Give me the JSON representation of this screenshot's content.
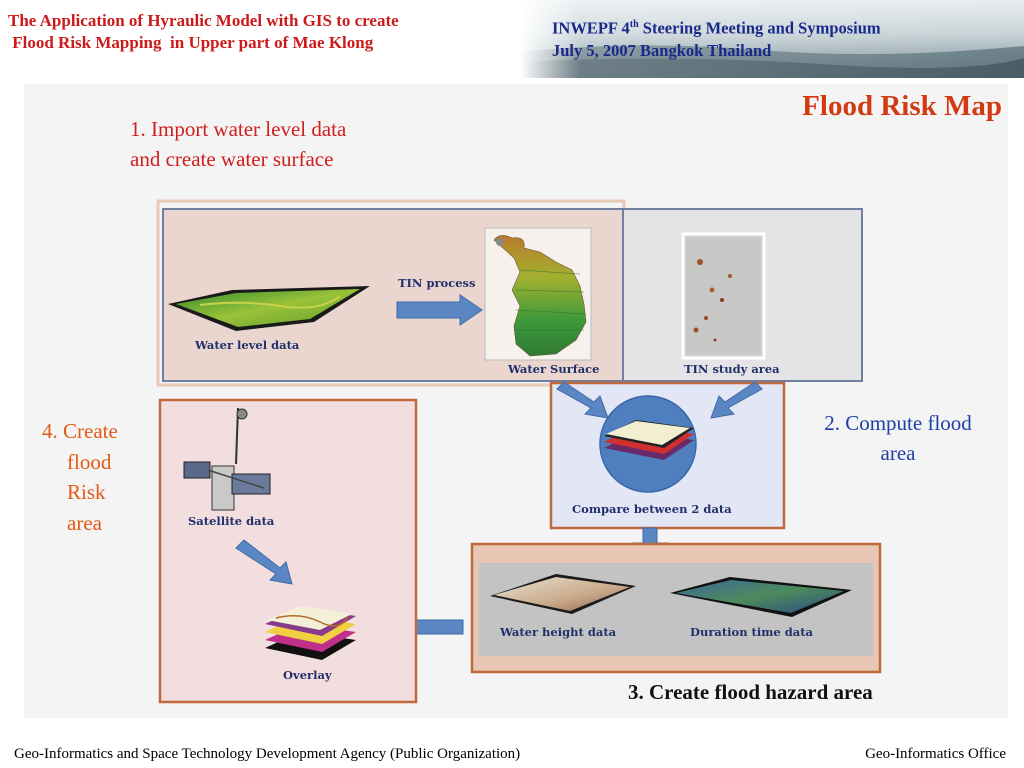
{
  "header": {
    "title_line1": "The Application of Hyraulic Model with GIS to create",
    "title_line2": " Flood Risk Mapping  in Upper part of Mae Klong",
    "conf_name_pre": "INWEPF  4",
    "conf_name_sup": "th",
    "conf_name_post": "  Steering Meeting and Symposium",
    "conf_date": "July  5, 2007  Bangkok  Thailand"
  },
  "slide": {
    "title": "Flood Risk Map",
    "step1_line1": "1. Import water level data",
    "step1_line2": "and create water surface",
    "step2_line1": "2. Compute flood",
    "step2_line2": "area",
    "step3": "3. Create flood hazard area",
    "step4_lines": [
      "4. Create",
      "flood",
      "Risk",
      "area"
    ]
  },
  "panels": {
    "water_level_label": "Water level data",
    "tin_process_label": "TIN process",
    "water_surface_label": "Water Surface",
    "tin_study_label": "TIN study area",
    "compare_label": "Compare between 2 data",
    "satellite_label": "Satellite data",
    "overlay_label": "Overlay",
    "water_height_label": "Water height data",
    "duration_label": "Duration time data"
  },
  "footer": {
    "left": "Geo-Informatics and Space Technology Development Agency (Public Organization)",
    "right": "Geo-Informatics Office"
  },
  "colors": {
    "header_red": "#cc1a1a",
    "conf_blue": "#1a2a8a",
    "title_orange": "#d23b12",
    "step_red": "#d01e1e",
    "step2_blue": "#1f3fa8",
    "step4_orange": "#e05a14",
    "panel_border": "#c0693a",
    "arrow_blue": "#5b86c4"
  }
}
